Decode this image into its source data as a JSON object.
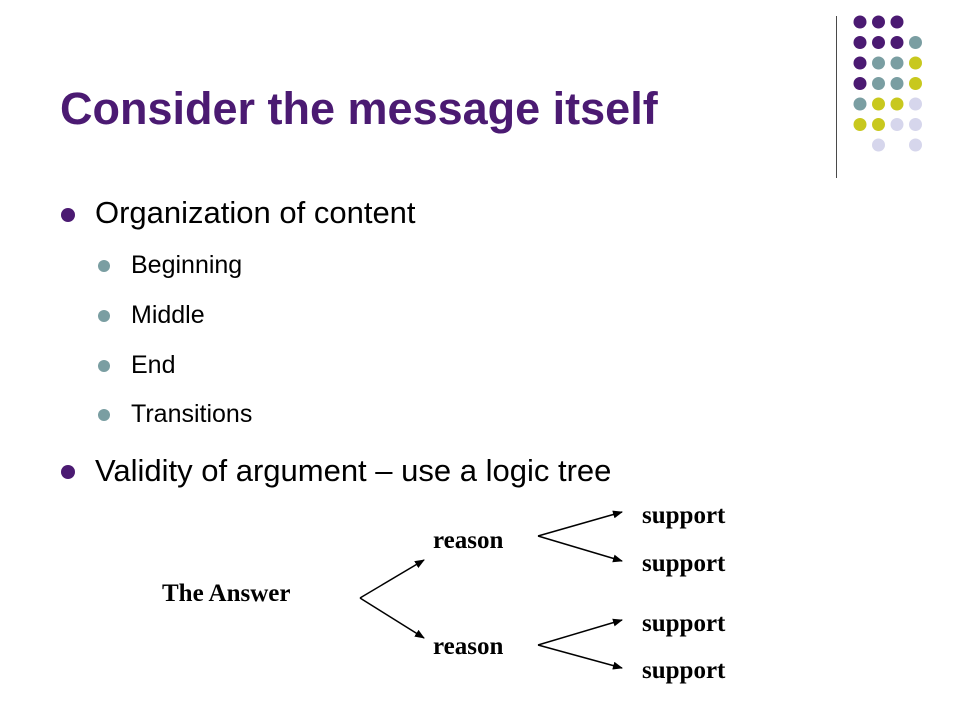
{
  "slide": {
    "title": "Consider the message itself",
    "bullets": [
      {
        "text": "Organization of content",
        "sub": [
          "Beginning",
          "Middle",
          "End",
          "Transitions"
        ]
      },
      {
        "text": "Validity of argument – use a logic tree"
      }
    ]
  },
  "logic_tree": {
    "root": "The Answer",
    "reasons": [
      {
        "label": "reason",
        "supports": [
          "support",
          "support"
        ]
      },
      {
        "label": "reason",
        "supports": [
          "support",
          "support"
        ]
      }
    ]
  },
  "colors": {
    "title": "#4b1a72",
    "main_bullet": "#4b1a72",
    "sub_bullet": "#7a9ea2",
    "deco_purple": "#4b1a72",
    "deco_teal": "#7a9ea2",
    "deco_lime": "#c8c81e",
    "deco_lavender": "#d6d6ec"
  },
  "decoration": {
    "grid": [
      [
        "purple",
        "purple",
        "purple",
        "none"
      ],
      [
        "purple",
        "purple",
        "purple",
        "teal"
      ],
      [
        "purple",
        "teal",
        "teal",
        "lime"
      ],
      [
        "purple",
        "teal",
        "teal",
        "lime"
      ],
      [
        "teal",
        "lime",
        "lime",
        "lavender"
      ],
      [
        "lime",
        "lime",
        "lavender",
        "lavender"
      ],
      [
        "none",
        "lavender",
        "none",
        "lavender"
      ]
    ]
  }
}
